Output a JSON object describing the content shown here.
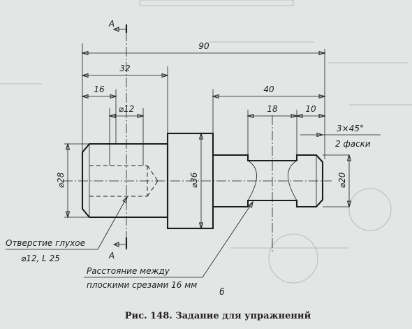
{
  "drawing": {
    "dimensions": {
      "overall_length": "90",
      "length_32": "32",
      "length_16": "16",
      "length_40": "40",
      "length_18": "18",
      "length_10": "10",
      "hole_diameter": "⌀12",
      "left_diameter": "⌀28",
      "collar_diameter": "⌀36",
      "right_diameter": "⌀20",
      "chamfer": "3×45°",
      "chamfer_count": "2 фаски"
    },
    "section_marks": {
      "top": "A",
      "bottom": "A"
    },
    "notes": {
      "blind_hole_title": "Отверстие глухое",
      "blind_hole_spec": "⌀12, L 25",
      "flats_line1": "Расстояние между",
      "flats_line2": "плоскими срезами 16 мм"
    },
    "sub_label": "б",
    "caption": "Рис. 148. Задание для упражнений"
  },
  "colors": {
    "ink": "#1b1d1f",
    "paper": "#e4e6e5"
  }
}
